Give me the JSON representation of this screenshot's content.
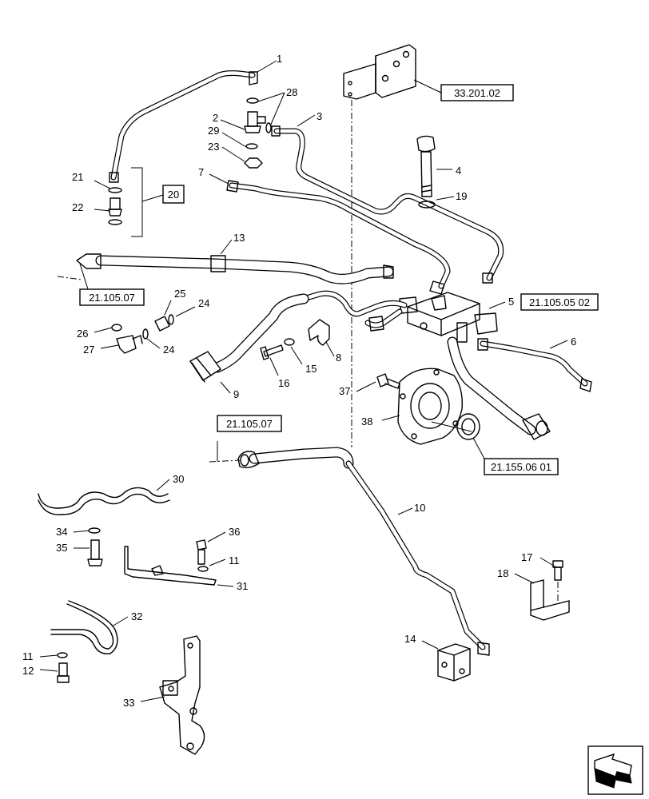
{
  "callouts": {
    "c1": "1",
    "c2": "2",
    "c3": "3",
    "c4": "4",
    "c5": "5",
    "c6": "6",
    "c7": "7",
    "c8": "8",
    "c9": "9",
    "c10": "10",
    "c11a": "11",
    "c11b": "11",
    "c12": "12",
    "c13": "13",
    "c14": "14",
    "c15": "15",
    "c16": "16",
    "c17": "17",
    "c18": "18",
    "c19": "19",
    "c21": "21",
    "c22": "22",
    "c23": "23",
    "c24a": "24",
    "c24b": "24",
    "c25": "25",
    "c26": "26",
    "c27": "27",
    "c28": "28",
    "c29": "29",
    "c30": "30",
    "c31": "31",
    "c32": "32",
    "c33": "33",
    "c34": "34",
    "c35": "35",
    "c36": "36",
    "c37": "37",
    "c38": "38"
  },
  "references": {
    "r20": "20",
    "r_33_201_02": "33.201.02",
    "r_21_105_07_a": "21.105.07",
    "r_21_105_05_02": "21.105.05 02",
    "r_21_105_07_b": "21.105.07",
    "r_21_155_06_01": "21.155.06 01"
  },
  "icons": {
    "navigation": "arrow-icon"
  }
}
